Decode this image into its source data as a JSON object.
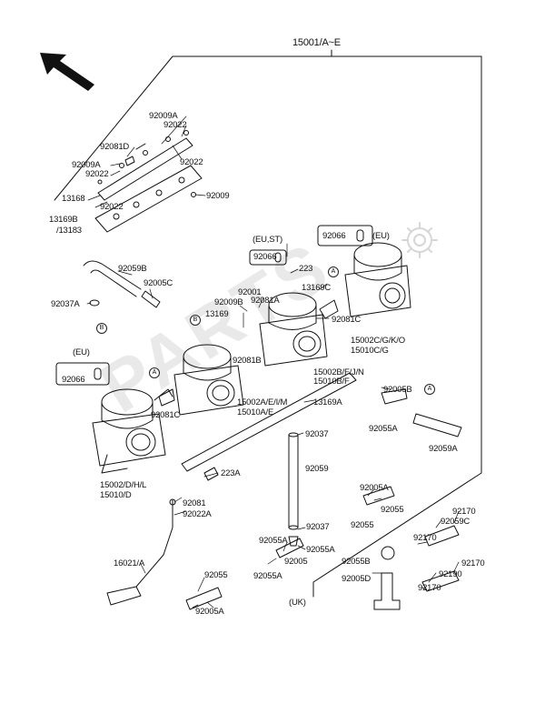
{
  "assembly": "15001/A~E",
  "labels": {
    "l1": "92009A",
    "l2": "92022",
    "l3": "92081D",
    "l4": "92009A",
    "l5": "92022",
    "l6": "92022",
    "l7": "13168",
    "l8": "92022",
    "l9": "92009",
    "l10": "13169B",
    "l11": "/13183",
    "l12": "92059B",
    "l13": "92005C",
    "l14": "92037A",
    "l15": "(EU,ST)",
    "l16": "92066",
    "l17": "223",
    "l18": "92066",
    "l19": "(EU)",
    "l20": "92009B",
    "l21": "92001",
    "l22": "92081A",
    "l23": "13169C",
    "l24": "13169",
    "l25": "92081C",
    "l26": "15002C/G/K/O",
    "l27": "15010C/G",
    "l28": "92081B",
    "l29": "(EU)",
    "l30": "92066",
    "l31": "15002B/F/J/N",
    "l32": "15010B/F",
    "l33": "92005B",
    "l34": "15002A/E/I/M",
    "l35": "13169A",
    "l36": "15010A/E",
    "l37": "92081C",
    "l38": "92055A",
    "l39": "92037",
    "l40": "92059A",
    "l41": "92059",
    "l42": "223A",
    "l43": "15002/D/H/L",
    "l44": "15010/D",
    "l45": "92005A",
    "l46": "92055",
    "l47": "92055",
    "l48": "92081",
    "l49": "92022A",
    "l50": "92037",
    "l51": "92170",
    "l52": "92059C",
    "l53": "92170",
    "l54": "92170",
    "l55": "92055A",
    "l56": "92055A",
    "l57": "92005",
    "l58": "92055B",
    "l59": "16021/A",
    "l60": "92055",
    "l61": "92190",
    "l62": "92055A",
    "l63": "92005D",
    "l64": "92170",
    "l65": "92005A",
    "l66": "(UK)"
  },
  "circle_marks": {
    "a1": "A",
    "a2": "A",
    "a3": "A",
    "b1": "B",
    "b2": "B"
  },
  "watermark": "PARTS",
  "icons": [
    "direction-arrow-icon",
    "gear-watermark-icon"
  ],
  "colors": {
    "ink": "#111111",
    "paper": "#ffffff",
    "watermark": "#e9e9e9"
  }
}
